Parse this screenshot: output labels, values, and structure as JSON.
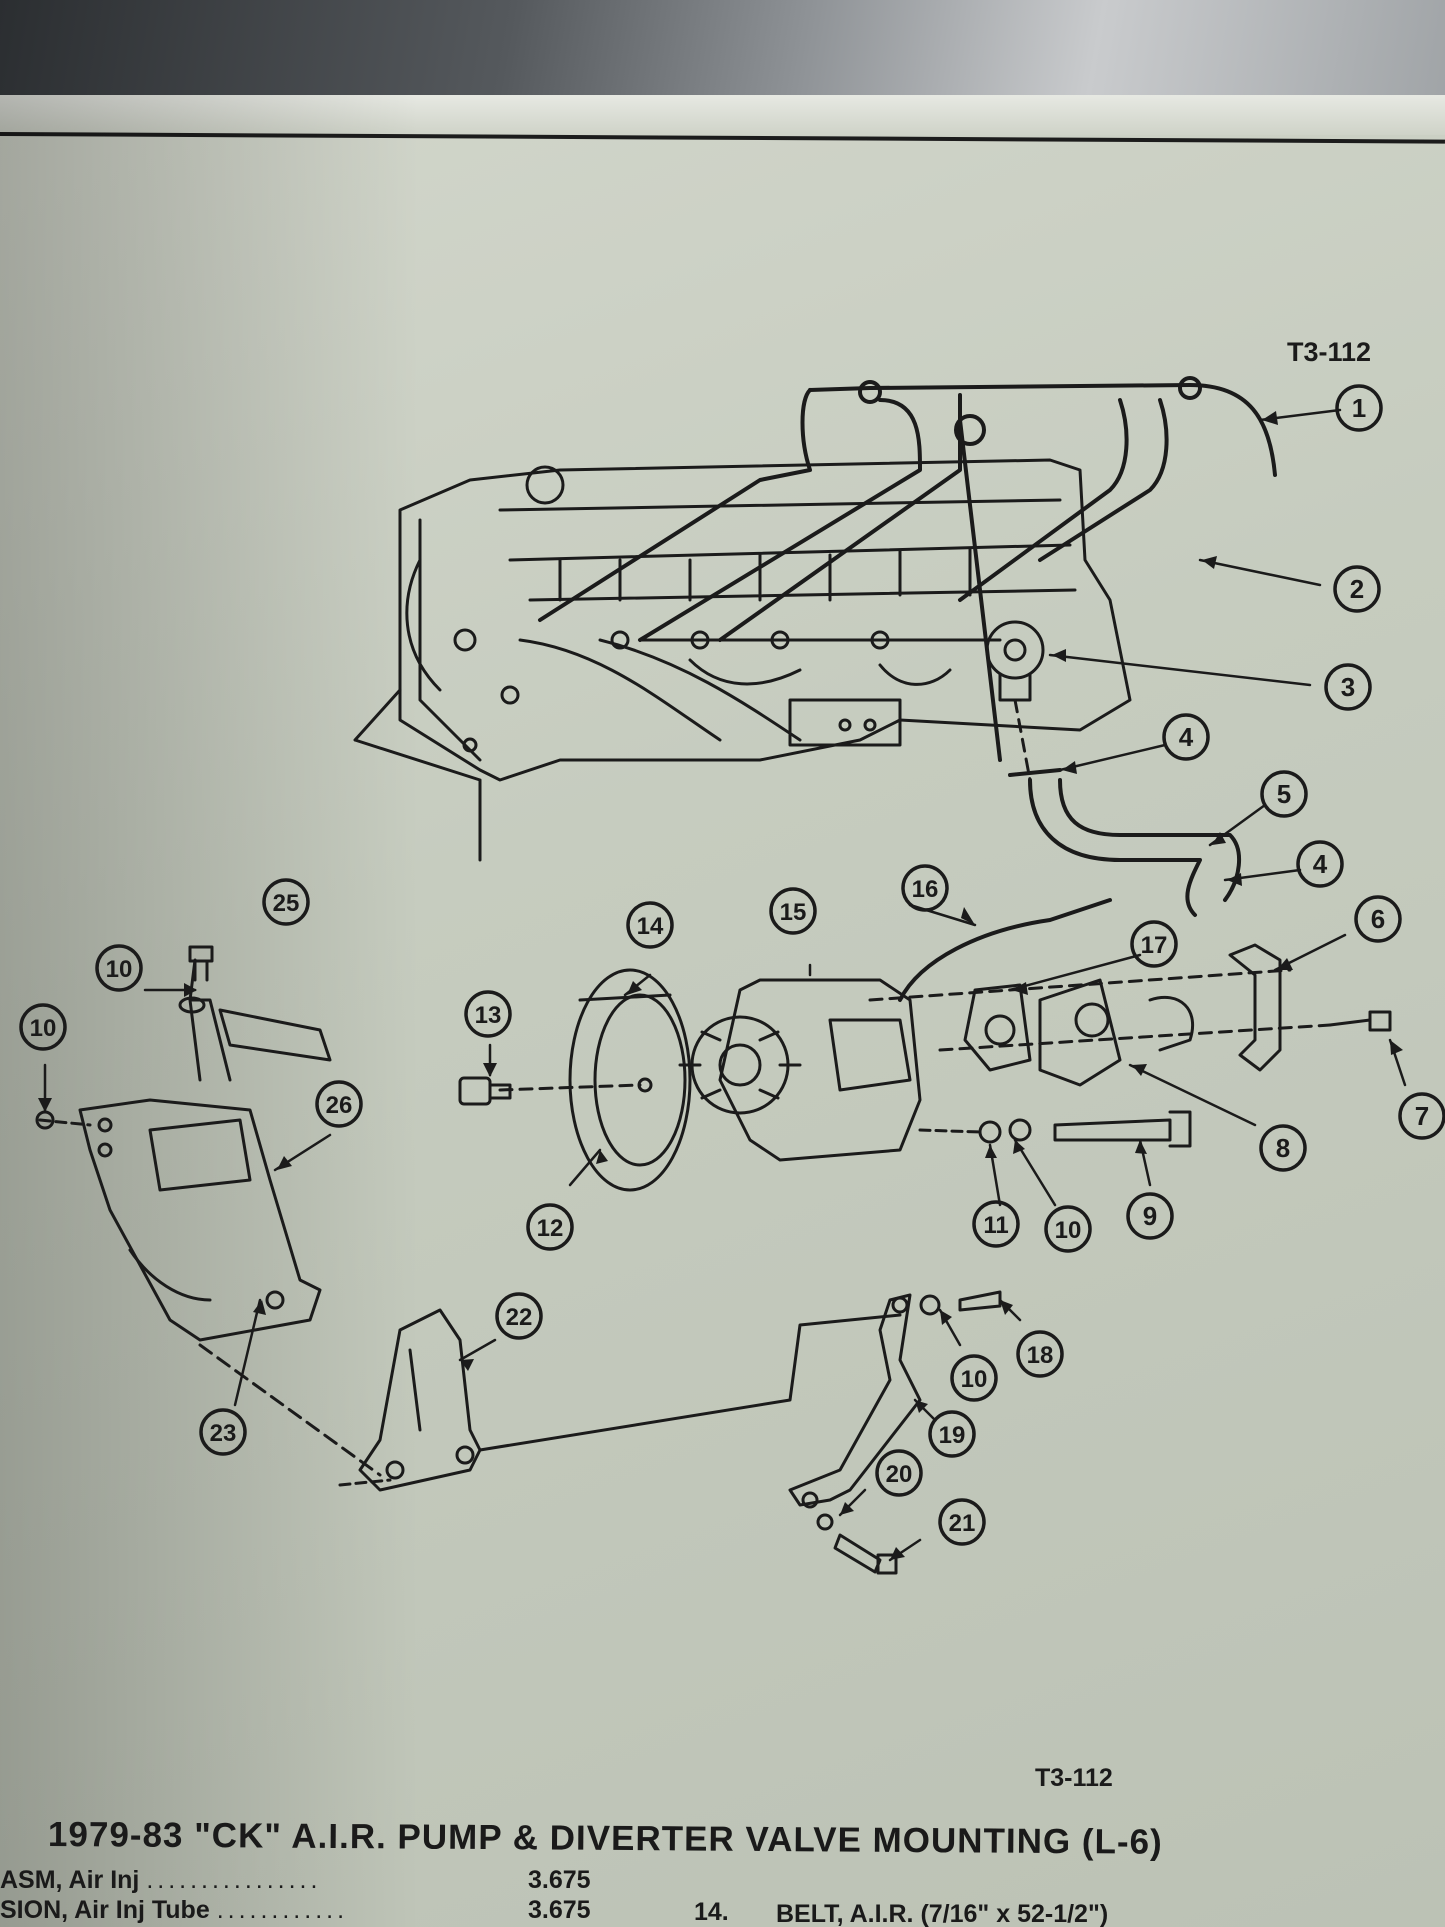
{
  "figure_code_top": "T3-112",
  "figure_code_bottom": "T3-112",
  "title": "1979-83 \"CK\" A.I.R. PUMP & DIVERTER VALVE MOUNTING (L-6)",
  "callouts": [
    "1",
    "2",
    "3",
    "4",
    "5",
    "4",
    "6",
    "17",
    "16",
    "15",
    "14",
    "13",
    "10",
    "10",
    "25",
    "26",
    "7",
    "8",
    "9",
    "10",
    "11",
    "12",
    "22",
    "23",
    "18",
    "10",
    "19",
    "20",
    "21"
  ],
  "parts_list": [
    {
      "name": "ASM, Air Inj",
      "dots": "................",
      "value": "3.675"
    },
    {
      "name": "SION, Air Inj Tube",
      "dots": "............",
      "value": "3.675"
    }
  ],
  "parts_list_right": {
    "num": "14.",
    "name": "BELT, A.I.R. (7/16\" x 52-1/2\")"
  }
}
